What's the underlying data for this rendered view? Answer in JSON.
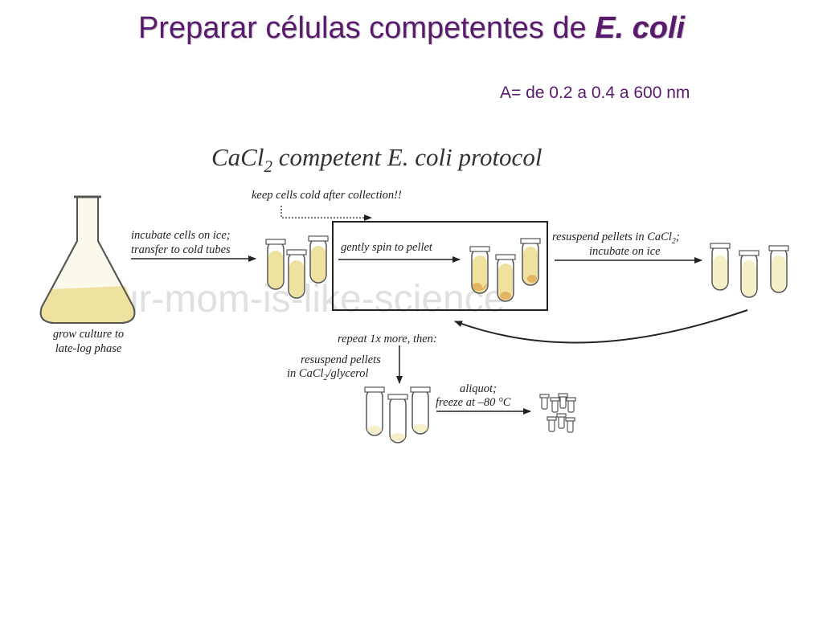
{
  "slide": {
    "title_main": "Preparar células competentes de ",
    "title_italic": "E. coli",
    "absorbance": "A= de 0.2 a 0.4 a 600 nm"
  },
  "diagram": {
    "title_prefix": "CaCl",
    "title_sub": "2",
    "title_suffix": " competent E. coli protocol",
    "watermark": "your-mom-is-like-science",
    "note_keep_cold": "keep cells cold after collection!!",
    "flask_label_1": "grow culture to",
    "flask_label_2": "late-log phase",
    "step_incubate_1": "incubate cells on ice;",
    "step_incubate_2": "transfer to cold tubes",
    "step_spin": "gently spin to pellet",
    "step_resuspend_1_prefix": "resuspend pellets in CaCl",
    "step_resuspend_1_sub": "2",
    "step_resuspend_1_suffix": ";",
    "step_resuspend_2": "incubate on ice",
    "step_repeat": "repeat 1x more, then:",
    "step_final_1": "resuspend pellets",
    "step_final_2_prefix": "in CaCl",
    "step_final_2_sub": "2",
    "step_final_2_suffix": "/glycerol",
    "step_aliquot_1": "aliquot;",
    "step_aliquot_2": "freeze at –80 °C"
  },
  "colors": {
    "title": "#5a1a6e",
    "culture": "#efe2a0",
    "culture_pale": "#f6f0c8",
    "pellet": "#e3b562",
    "ink": "#222222"
  }
}
